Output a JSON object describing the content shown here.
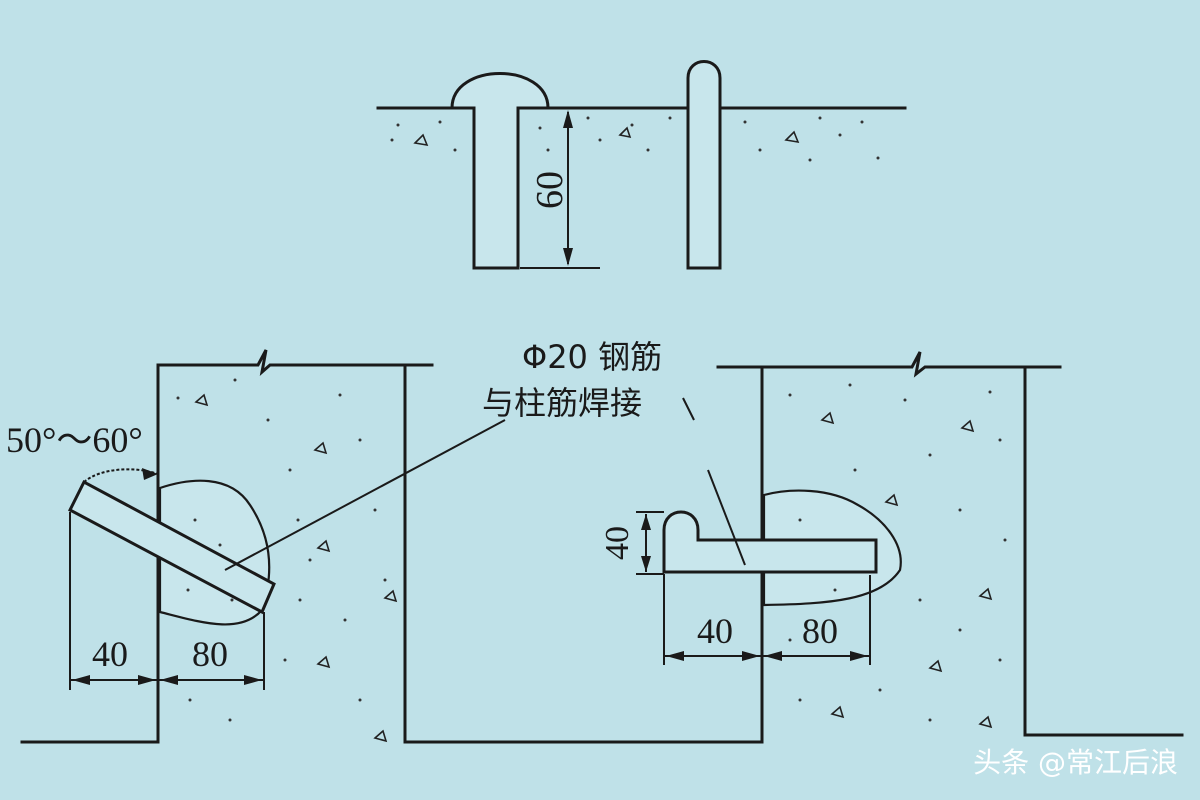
{
  "labels": {
    "depth_60": "60",
    "rebar_spec_line1": "Φ20 钢筋",
    "rebar_spec_line2": "与柱筋焊接",
    "angle_range": "50°～60°",
    "left_dim_40": "40",
    "left_dim_80": "80",
    "right_dim_height_40": "40",
    "right_dim_40": "40",
    "right_dim_80": "80"
  },
  "watermark": "头条 @常江后浪",
  "colors": {
    "background": "#bfe1e8",
    "line": "#1a1a1a",
    "watermark": "#ffffff"
  }
}
